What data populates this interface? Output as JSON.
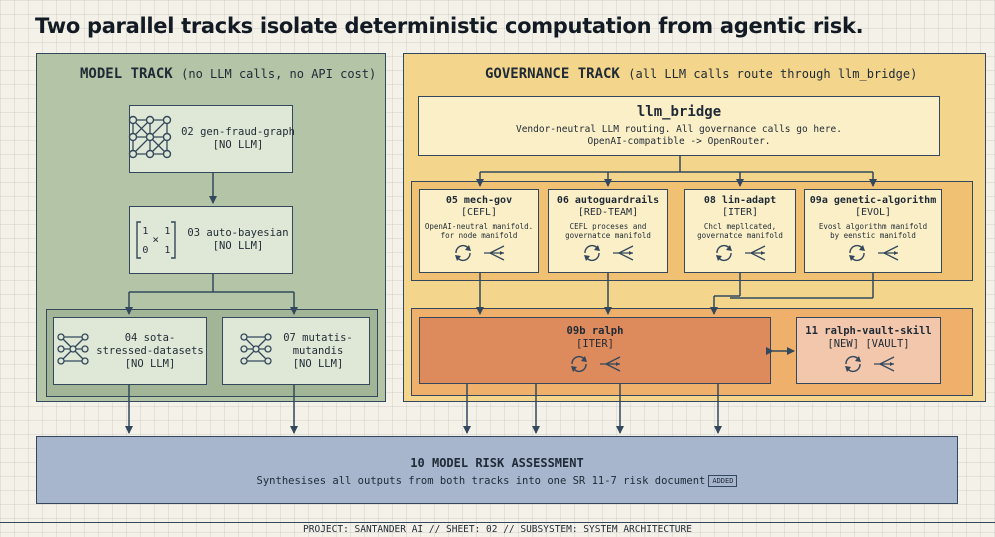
{
  "title": "Two parallel tracks isolate deterministic computation from agentic risk.",
  "model_track": {
    "heading": "MODEL TRACK",
    "subheading": "(no LLM calls, no API cost)",
    "nodes": [
      {
        "line1": "02 gen-fraud-graph",
        "line2": "[NO LLM]",
        "icon": "graph-network-icon"
      },
      {
        "line1": "03 auto-bayesian",
        "line2": "[NO LLM]",
        "icon": "matrix-icon"
      },
      {
        "line1": "04 sota-",
        "line2": "stressed-datasets",
        "line3": "[NO LLM]",
        "icon": "network-icon"
      },
      {
        "line1": "07 mutatis-",
        "line2": "mutandis",
        "line3": "[NO LLM]",
        "icon": "network-icon"
      }
    ],
    "matrix": {
      "a": "1",
      "b": "1",
      "c": "0",
      "d": "1",
      "op": "×"
    }
  },
  "governance_track": {
    "heading": "GOVERNANCE TRACK",
    "subheading_pre": "(all LLM calls route through ",
    "subheading_code": "llm_bridge",
    "subheading_post": ")",
    "bridge": {
      "name": "llm_bridge",
      "desc1": "Vendor-neutral LLM routing. All governance calls go here.",
      "desc2": "OpenAI-compatible -> OpenRouter."
    },
    "agents": [
      {
        "name": "05 mech-gov",
        "tag": "[CEFL]",
        "d1": "OpenAI-neutral manifold.",
        "d2": "for node manifold"
      },
      {
        "name": "06 autoguardrails",
        "tag": "[RED-TEAM]",
        "d1": "CEFL proceses and",
        "d2": "governatce manifold"
      },
      {
        "name": "08 lin-adapt",
        "tag": "[ITER]",
        "d1": "Chcl mepllcated,",
        "d2": "governatce manifold"
      },
      {
        "name": "09a genetic-algorithm",
        "tag": "[EVOL]",
        "d1": "Evosl algorithm manifold",
        "d2": "by eenstic manifold"
      }
    ],
    "ralph": {
      "name": "09b ralph",
      "tag": "[ITER]"
    },
    "vault": {
      "name": "11 ralph-vault-skill",
      "tag": "[NEW] [VAULT]"
    }
  },
  "risk": {
    "name": "10 MODEL RISK ASSESSMENT",
    "desc": "Synthesises all outputs from both tracks into one SR 11-7 risk document",
    "badge": "ADDED"
  },
  "footer": "PROJECT: SANTANDER AI // SHEET: 02 // SUBSYSTEM: SYSTEM ARCHITECTURE",
  "colors": {
    "model_panel": "#b3c4a7",
    "governance_panel": "#f3d68c",
    "ralph": "#dd8a5c",
    "vault": "#f2c7ac",
    "risk": "#a7b6cd",
    "ink": "#33485c"
  }
}
